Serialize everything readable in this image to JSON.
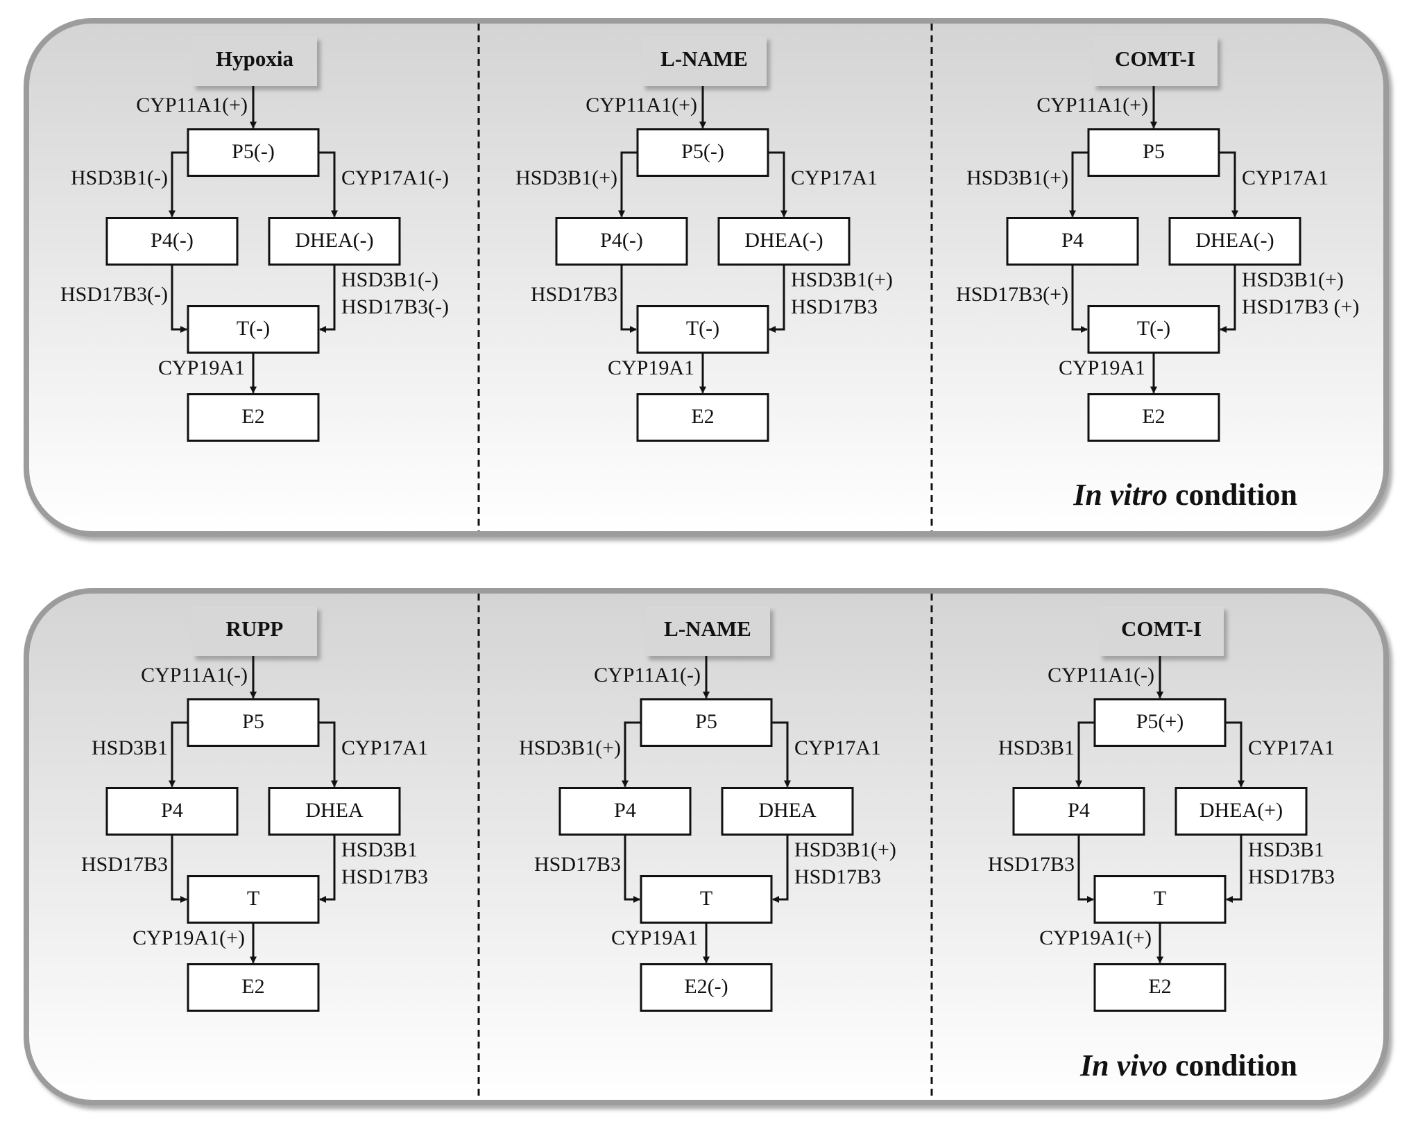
{
  "panels": [
    {
      "id": "in-vitro",
      "condition": {
        "italic": "In vitro",
        "rest": " condition"
      },
      "columns": [
        {
          "treatment": "Hypoxia",
          "nodes": {
            "p5": "P5(-)",
            "p4": "P4(-)",
            "dhea": "DHEA(-)",
            "t": "T(-)",
            "e2": "E2"
          },
          "enzymes": {
            "cyp11a1": "CYP11A1(+)",
            "hsd3b1_left": "HSD3B1(-)",
            "cyp17a1": "CYP17A1(-)",
            "hsd17b3_left": "HSD17B3(-)",
            "hsd3b1_right": "HSD3B1(-)",
            "hsd17b3_right": "HSD17B3(-)",
            "cyp19a1": "CYP19A1"
          }
        },
        {
          "treatment": "L-NAME",
          "nodes": {
            "p5": "P5(-)",
            "p4": "P4(-)",
            "dhea": "DHEA(-)",
            "t": "T(-)",
            "e2": "E2"
          },
          "enzymes": {
            "cyp11a1": "CYP11A1(+)",
            "hsd3b1_left": "HSD3B1(+)",
            "cyp17a1": "CYP17A1",
            "hsd17b3_left": "HSD17B3",
            "hsd3b1_right": "HSD3B1(+)",
            "hsd17b3_right": "HSD17B3",
            "cyp19a1": "CYP19A1"
          }
        },
        {
          "treatment": "COMT-I",
          "nodes": {
            "p5": "P5",
            "p4": "P4",
            "dhea": "DHEA(-)",
            "t": "T(-)",
            "e2": "E2"
          },
          "enzymes": {
            "cyp11a1": "CYP11A1(+)",
            "hsd3b1_left": "HSD3B1(+)",
            "cyp17a1": "CYP17A1",
            "hsd17b3_left": "HSD17B3(+)",
            "hsd3b1_right": "HSD3B1(+)",
            "hsd17b3_right": "HSD17B3 (+)",
            "cyp19a1": "CYP19A1"
          }
        }
      ]
    },
    {
      "id": "in-vivo",
      "condition": {
        "italic": "In vivo",
        "rest": " condition"
      },
      "columns": [
        {
          "treatment": "RUPP",
          "nodes": {
            "p5": "P5",
            "p4": "P4",
            "dhea": "DHEA",
            "t": "T",
            "e2": "E2"
          },
          "enzymes": {
            "cyp11a1": "CYP11A1(-)",
            "hsd3b1_left": "HSD3B1",
            "cyp17a1": "CYP17A1",
            "hsd17b3_left": "HSD17B3",
            "hsd3b1_right": "HSD3B1",
            "hsd17b3_right": "HSD17B3",
            "cyp19a1": "CYP19A1(+)"
          }
        },
        {
          "treatment": "L-NAME",
          "nodes": {
            "p5": "P5",
            "p4": "P4",
            "dhea": "DHEA",
            "t": "T",
            "e2": "E2(-)"
          },
          "enzymes": {
            "cyp11a1": "CYP11A1(-)",
            "hsd3b1_left": "HSD3B1(+)",
            "cyp17a1": "CYP17A1",
            "hsd17b3_left": "HSD17B3",
            "hsd3b1_right": "HSD3B1(+)",
            "hsd17b3_right": "HSD17B3",
            "cyp19a1": "CYP19A1"
          }
        },
        {
          "treatment": "COMT-I",
          "nodes": {
            "p5": "P5(+)",
            "p4": "P4",
            "dhea": "DHEA(+)",
            "t": "T",
            "e2": "E2"
          },
          "enzymes": {
            "cyp11a1": "CYP11A1(-)",
            "hsd3b1_left": "HSD3B1",
            "cyp17a1": "CYP17A1",
            "hsd17b3_left": "HSD17B3",
            "hsd3b1_right": "HSD3B1",
            "hsd17b3_right": "HSD17B3",
            "cyp19a1": "CYP19A1(+)"
          }
        }
      ]
    }
  ]
}
